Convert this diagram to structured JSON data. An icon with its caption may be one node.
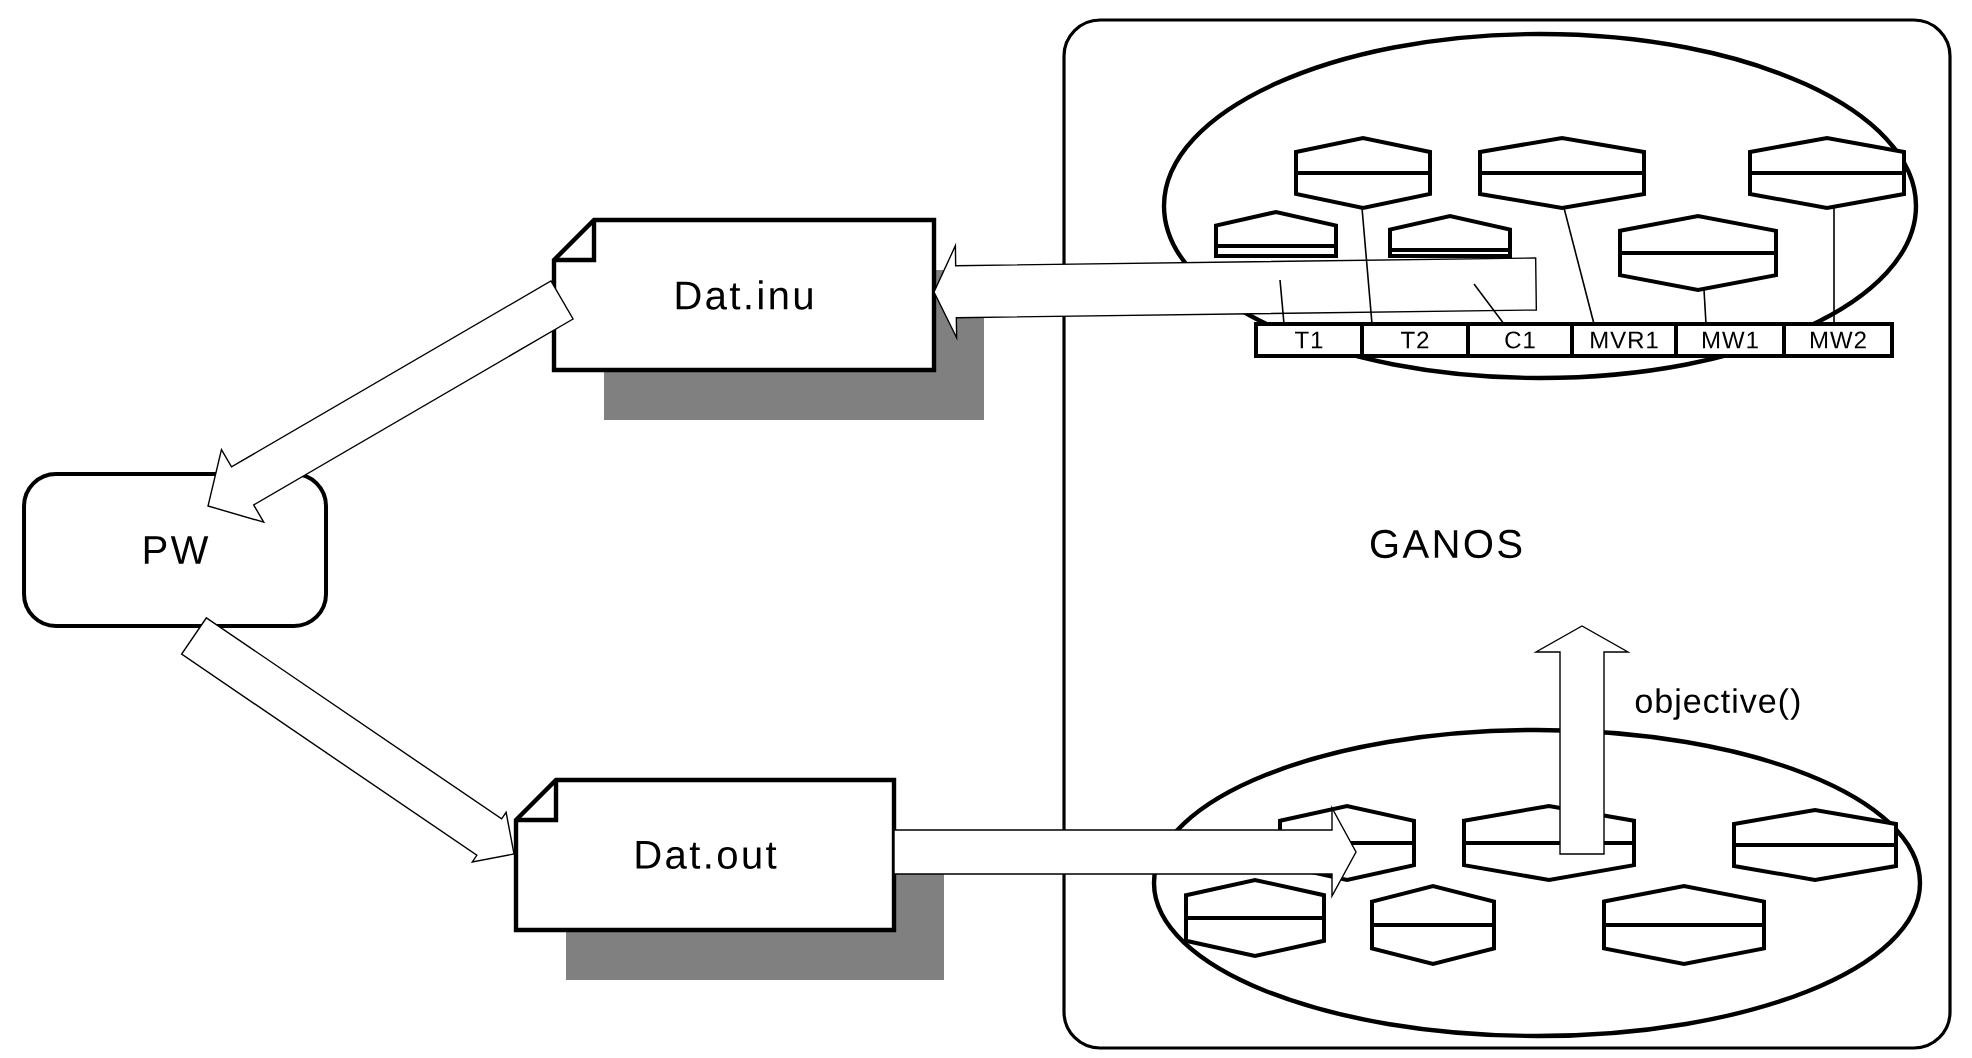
{
  "diagram": {
    "nodes": [
      {
        "text": [
          "Dat.inu"
        ]
      },
      {
        "text": [
          "PW"
        ]
      },
      {
        "text": [
          "Dat.out"
        ]
      },
      {
        "text": [
          "GANOS"
        ]
      },
      {
        "text": [],
        "shape": "ellipse",
        "in": 3
      },
      {
        "text": [],
        "shape": "hexagon",
        "in": 4
      },
      {
        "text": [],
        "shape": "hexagon",
        "in": 4
      },
      {
        "text": [],
        "shape": "hexagon",
        "in": 4
      },
      {
        "text": [],
        "shape": "hexagon",
        "in": 4
      },
      {
        "text": [],
        "shape": "hexagon",
        "in": 4
      },
      {
        "text": [],
        "shape": "hexagon",
        "in": 4
      },
      {
        "text": [
          "T1"
        ],
        "in": 4
      },
      {
        "text": [
          "T2"
        ],
        "in": 4
      },
      {
        "text": [
          "C1"
        ],
        "in": 4
      },
      {
        "text": [
          "MVR1"
        ],
        "in": 4
      },
      {
        "text": [
          "MW1"
        ],
        "in": 4
      },
      {
        "text": [
          "MW2"
        ],
        "in": 4
      },
      {
        "text": [],
        "shape": "ellipse",
        "in": 3
      },
      {
        "text": [],
        "shape": "hexagon",
        "in": 17
      },
      {
        "text": [],
        "shape": "hexagon",
        "in": 17
      },
      {
        "text": [],
        "shape": "hexagon",
        "in": 17
      },
      {
        "text": [],
        "shape": "hexagon",
        "in": 17
      },
      {
        "text": [],
        "shape": "hexagon",
        "in": 17
      },
      {
        "text": [],
        "shape": "hexagon",
        "in": 17
      }
    ],
    "edges": [
      {
        "from": 4,
        "to": 0,
        "arrow": "to"
      },
      {
        "from": 0,
        "to": 1,
        "arrow": "to"
      },
      {
        "from": 1,
        "to": 2,
        "arrow": "to"
      },
      {
        "from": 2,
        "to": 17,
        "arrow": "to"
      },
      {
        "from": 17,
        "to": null,
        "arrow": "to",
        "label": "objective()"
      },
      {
        "from": 8,
        "to": 11,
        "arrow": "none"
      },
      {
        "from": 5,
        "to": 12,
        "arrow": "none"
      },
      {
        "from": 9,
        "to": 13,
        "arrow": "none"
      },
      {
        "from": 6,
        "to": 14,
        "arrow": "none"
      },
      {
        "from": 10,
        "to": 15,
        "arrow": "none"
      },
      {
        "from": 7,
        "to": 16,
        "arrow": "none"
      }
    ]
  }
}
